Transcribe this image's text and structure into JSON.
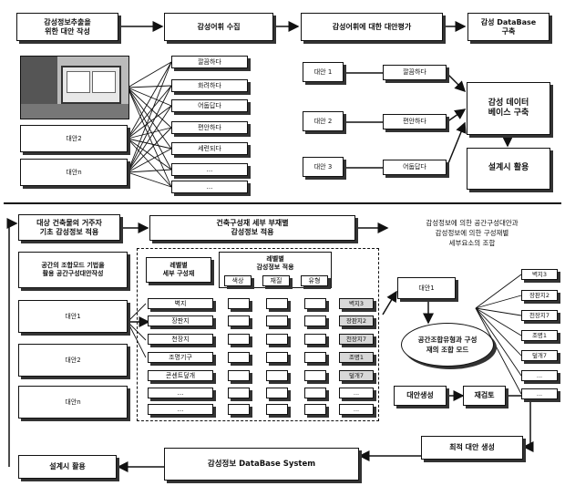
{
  "top": {
    "step1": "감성정보추출을\n위한 대안 작성",
    "step2": "감성어휘 수집",
    "step3": "감성어휘에 대한 대안평가",
    "step4": "감성 DataBase\n구축",
    "alt2": "대안2",
    "altn": "대안n",
    "words": [
      "깔끔하다",
      "화려하다",
      "어둡답다",
      "편안하다",
      "세련되다",
      "...",
      "..."
    ],
    "eval_alts": [
      "대안 1",
      "대안 2",
      "대안 3"
    ],
    "eval_words": [
      "깔끔하다",
      "편안하다",
      "어둡답다"
    ],
    "db_build": "감성 데이터\n베이스 구축",
    "design_use": "설계시 활용"
  },
  "bottom": {
    "apply_basic": "대상 건축물의 거주자\n기초 감성정보 적용",
    "apply_detail": "건축구성재 세부 부재별\n감성정보 적용",
    "combo_note": "감성정보에 의한 공간구성대안과\n감성정보에 의한 구성재별\n세부요소의 조합",
    "space_alt": "공간의 조합모드 기법을\n활용 공간구성대안작성",
    "alts": [
      "대안1",
      "대안2",
      "대안n"
    ],
    "table_h1": "레벨별\n세부 구성재",
    "table_h2": "레벨별\n감성정보 적용",
    "cols": [
      "색상",
      "재질",
      "유형"
    ],
    "rows": [
      "벽지",
      "장판지",
      "천장지",
      "조명기구",
      "콘센트덮개",
      "...",
      "..."
    ],
    "row_tags": [
      "벽지3",
      "장판지2",
      "천장지7",
      "조명1",
      "덮개7",
      "...",
      "..."
    ],
    "right_alt": "대안1",
    "combo_mode": "공간조합유형과 구성\n재의 조합 모드",
    "right_tags": [
      "벽지3",
      "장판지2",
      "천장지7",
      "조명1",
      "덮개7",
      "...",
      "..."
    ],
    "alt_make": "대안생성",
    "recheck": "재검토",
    "final_alt": "최적 대안 생성",
    "db_system": "감성정보 DataBase System",
    "design_use": "설계시 활용"
  }
}
